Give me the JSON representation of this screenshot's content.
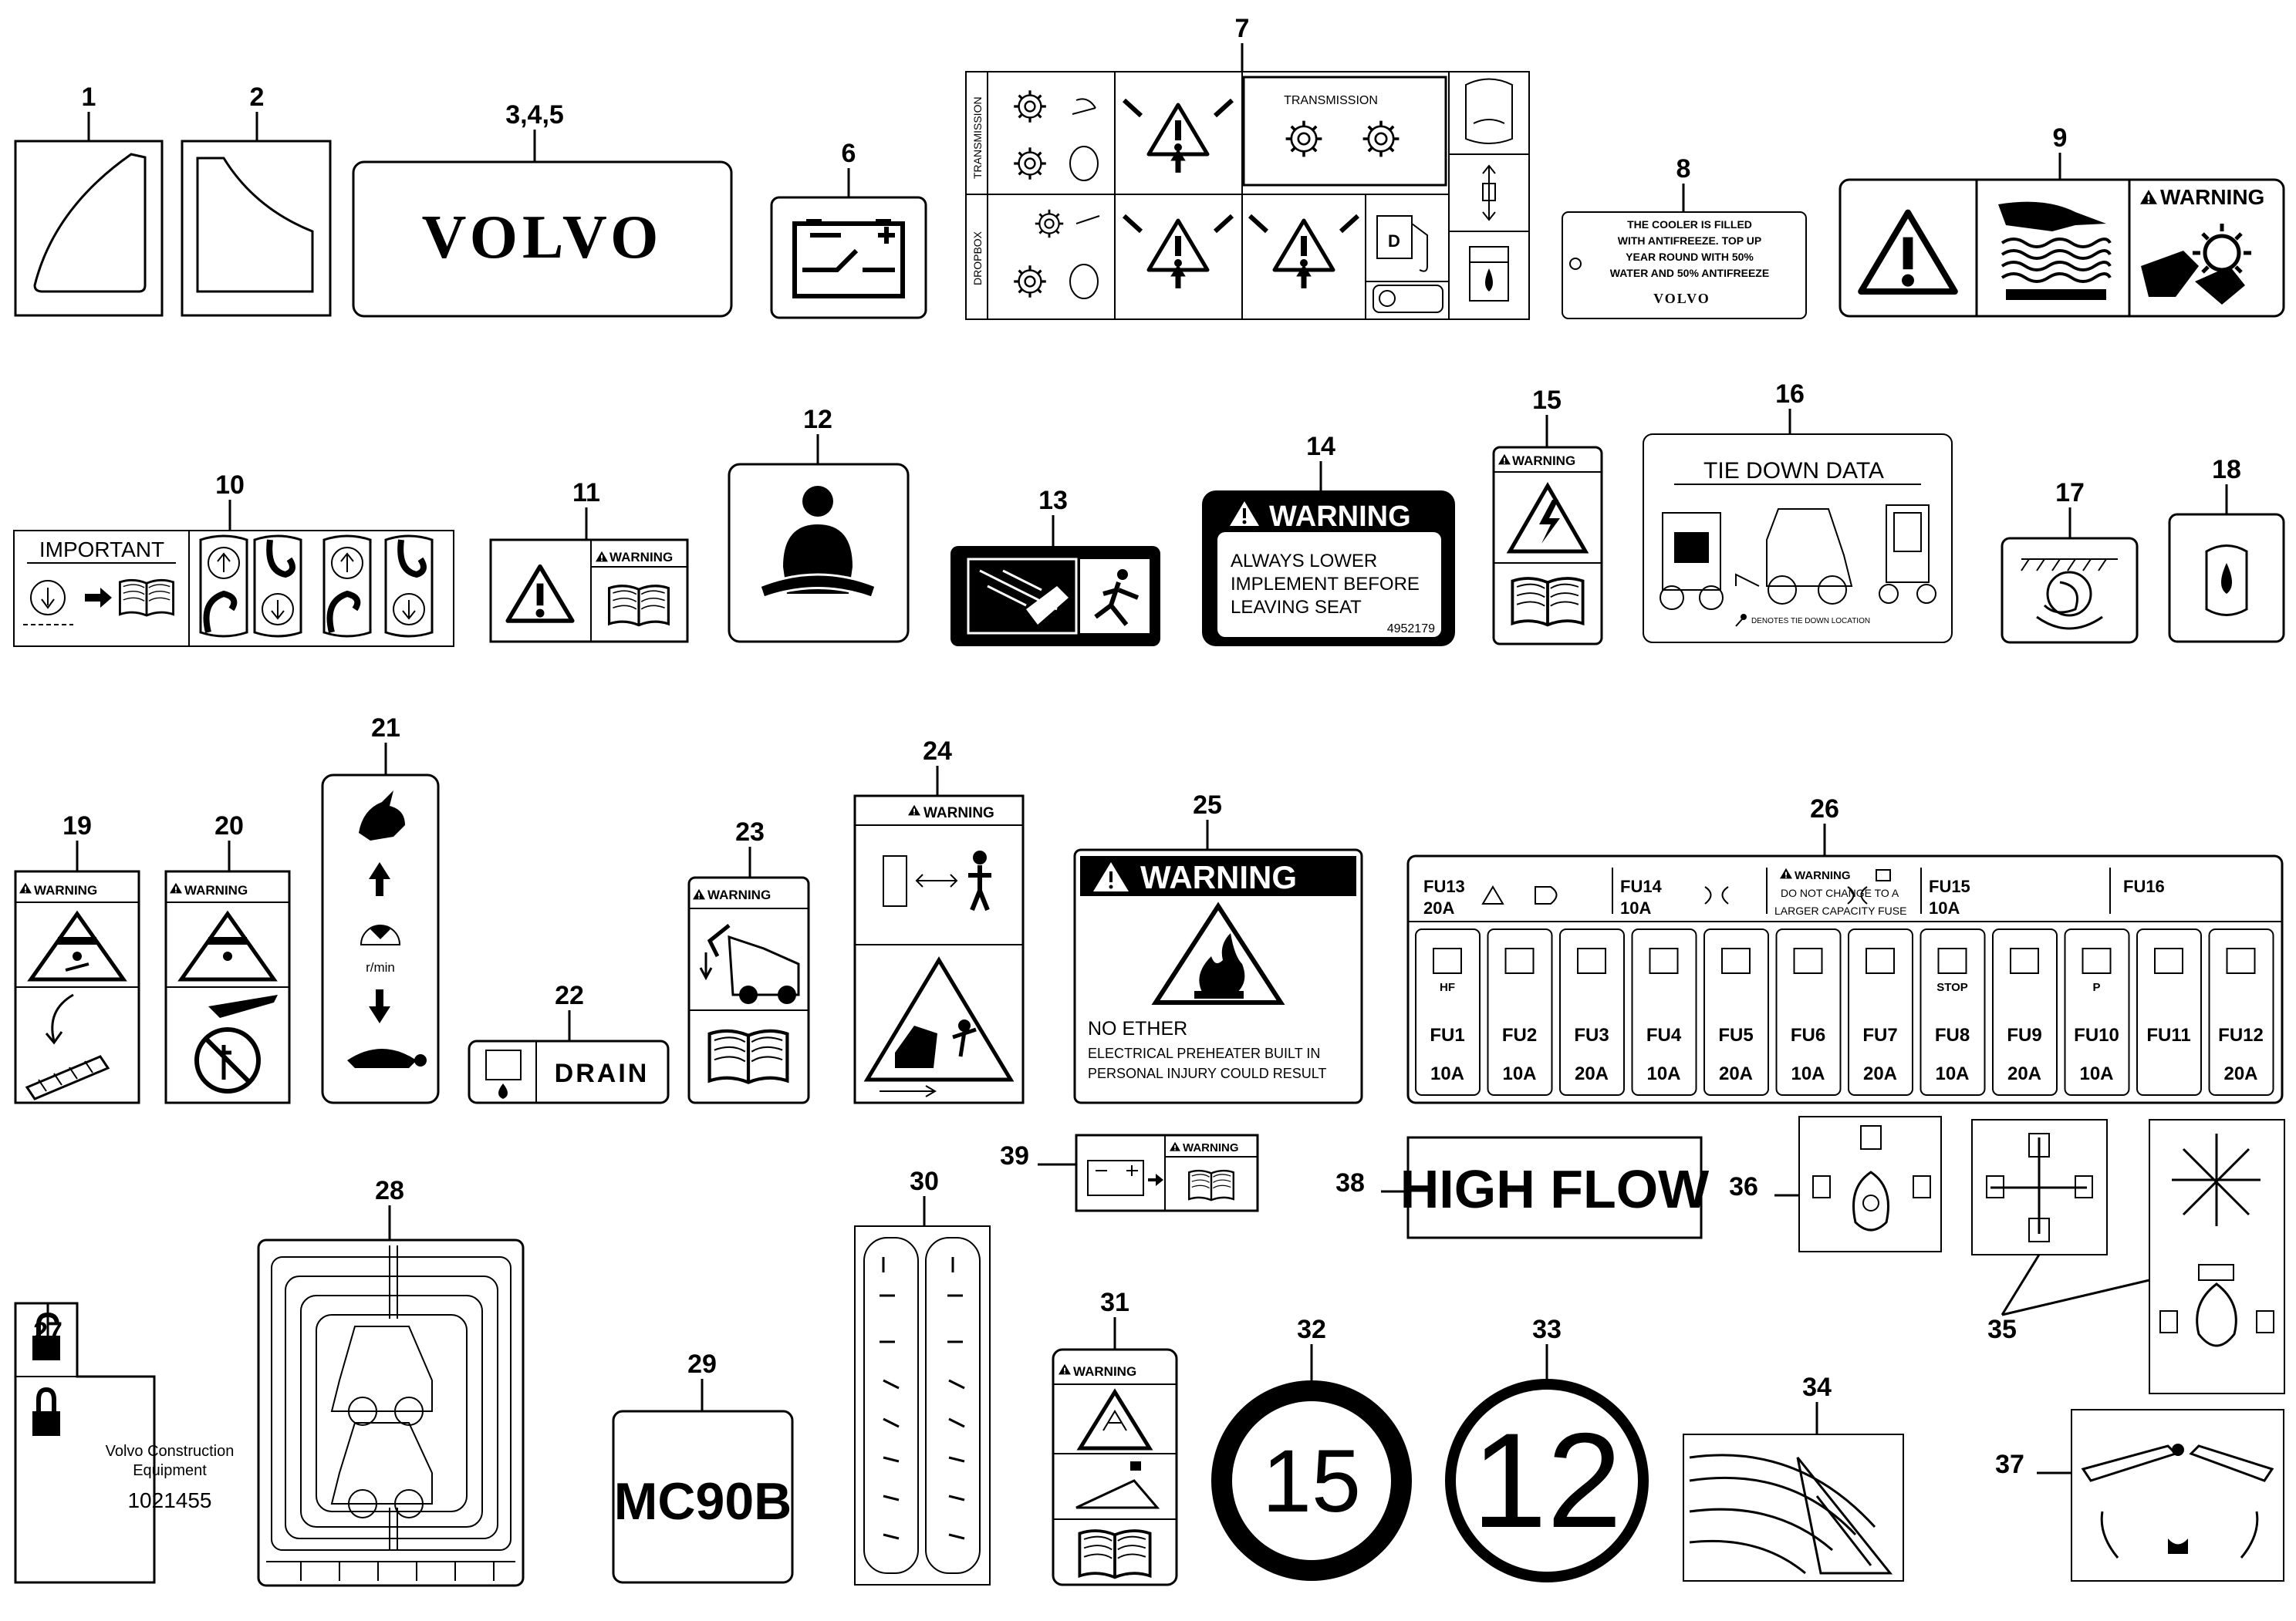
{
  "callouts": {
    "c1": "1",
    "c2": "2",
    "c345": "3,4,5",
    "c6": "6",
    "c7": "7",
    "c8": "8",
    "c9": "9",
    "c10": "10",
    "c11": "11",
    "c12": "12",
    "c13": "13",
    "c14": "14",
    "c15": "15",
    "c16": "16",
    "c17": "17",
    "c18": "18",
    "c19": "19",
    "c20": "20",
    "c21": "21",
    "c22": "22",
    "c23": "23",
    "c24": "24",
    "c25": "25",
    "c26": "26",
    "c27": "27",
    "c28": "28",
    "c29": "29",
    "c30": "30",
    "c31": "31",
    "c32": "32",
    "c33": "33",
    "c34": "34",
    "c35": "35",
    "c36": "36",
    "c37": "37",
    "c38": "38",
    "c39": "39"
  },
  "decals": {
    "volvo_logo": "VOLVO",
    "transmission_v": "TRANSMISSION",
    "dropbox_v": "DROPBOX",
    "transmission_h": "TRANSMISSION",
    "fuel_d": "D",
    "cooler_lines": [
      "THE COOLER IS FILLED",
      "WITH ANTIFREEZE. TOP UP",
      "YEAR ROUND WITH 50%",
      "WATER AND 50% ANTIFREEZE"
    ],
    "cooler_brand": "VOLVO",
    "warning": "WARNING",
    "important": "IMPORTANT",
    "d14_lines": [
      "ALWAYS LOWER",
      "IMPLEMENT BEFORE",
      "LEAVING SEAT"
    ],
    "d14_code": "4952179",
    "tie_down_title": "TIE DOWN DATA",
    "tie_down_note": "DENOTES TIE DOWN LOCATION",
    "rpm": "r/min",
    "drain": "DRAIN",
    "d25_l1": "NO ETHER",
    "d25_l2": "ELECTRICAL PREHEATER BUILT IN",
    "d25_l3": "PERSONAL INJURY COULD RESULT",
    "fuse_notice_l1": "DO NOT CHANGE TO A",
    "fuse_notice_l2": "LARGER CAPACITY FUSE",
    "fuse_top": [
      {
        "id": "FU13",
        "amp": "20A"
      },
      {
        "id": "FU14",
        "amp": "10A"
      },
      {
        "id": "FU15",
        "amp": "10A"
      },
      {
        "id": "FU16",
        "amp": ""
      }
    ],
    "fuses": [
      {
        "id": "FU1",
        "amp": "10A",
        "sym": "HF"
      },
      {
        "id": "FU2",
        "amp": "10A"
      },
      {
        "id": "FU3",
        "amp": "20A"
      },
      {
        "id": "FU4",
        "amp": "10A"
      },
      {
        "id": "FU5",
        "amp": "20A"
      },
      {
        "id": "FU6",
        "amp": "10A"
      },
      {
        "id": "FU7",
        "amp": "20A"
      },
      {
        "id": "FU8",
        "amp": "10A",
        "sym": "STOP"
      },
      {
        "id": "FU9",
        "amp": "20A"
      },
      {
        "id": "FU10",
        "amp": "10A",
        "sym": "P"
      },
      {
        "id": "FU11",
        "amp": ""
      },
      {
        "id": "FU12",
        "amp": "20A"
      }
    ],
    "high_flow": "HIGH FLOW",
    "company_l1": "Volvo Construction",
    "company_l2": "Equipment",
    "part_no": "1021455",
    "model": "MC90B",
    "speed_15": "15",
    "speed_12": "12"
  }
}
